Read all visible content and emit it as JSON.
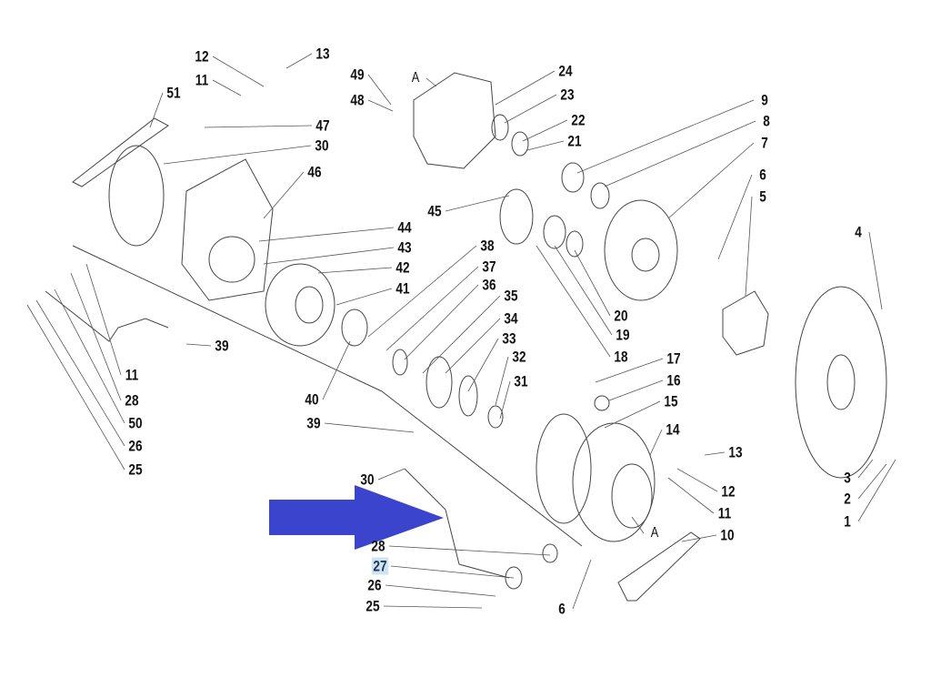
{
  "diagram": {
    "type": "exploded-parts-diagram",
    "labels": [
      "12",
      "13",
      "11",
      "51",
      "49",
      "48",
      "A",
      "24",
      "23",
      "22",
      "21",
      "47",
      "30",
      "46",
      "9",
      "8",
      "7",
      "6",
      "5",
      "4",
      "45",
      "44",
      "43",
      "42",
      "41",
      "38",
      "37",
      "36",
      "35",
      "34",
      "33",
      "32",
      "31",
      "20",
      "19",
      "18",
      "17",
      "16",
      "15",
      "14",
      "13",
      "12",
      "11",
      "10",
      "39",
      "40",
      "39",
      "11",
      "28",
      "50",
      "26",
      "25",
      "30",
      "28",
      "27",
      "26",
      "25",
      "6",
      "A",
      "3",
      "2",
      "1"
    ],
    "highlighted_label": "27",
    "pointer_arrow_color": "#3a44cc"
  }
}
